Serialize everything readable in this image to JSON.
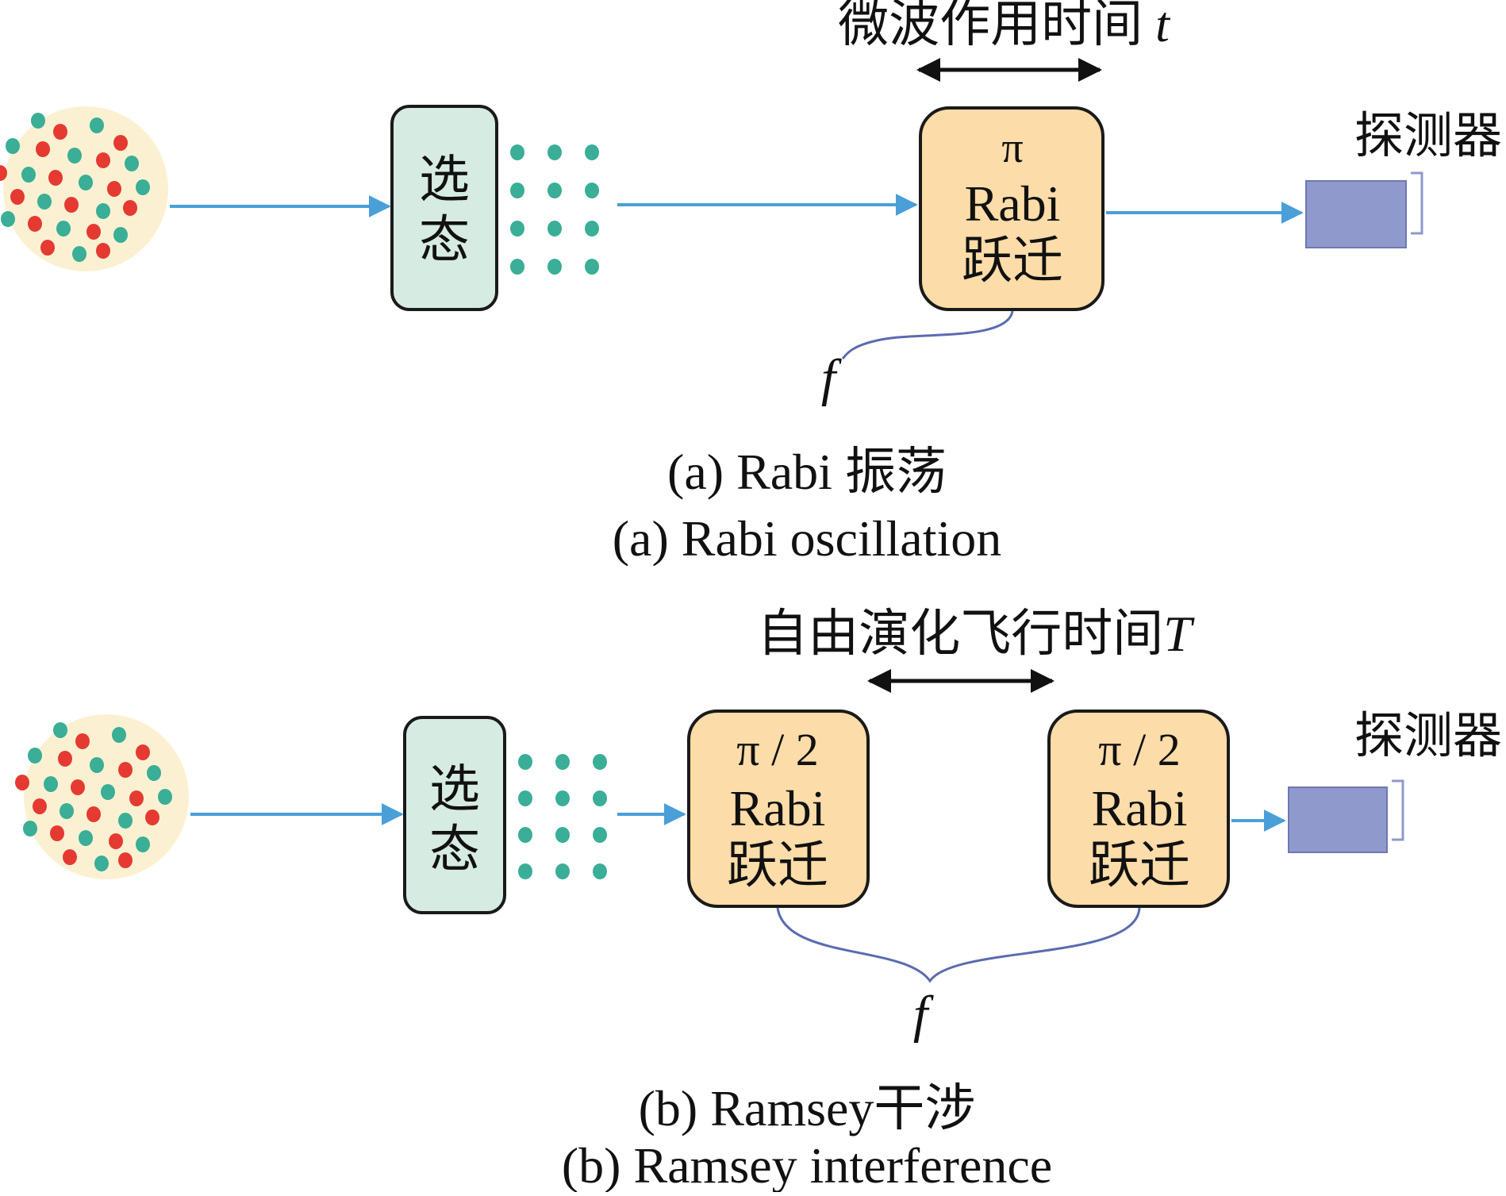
{
  "colors": {
    "arrow": "#4a9fd8",
    "select_box_fill": "#d6ebe2",
    "rabi_box_fill": "#fcdca8",
    "detector_fill": "#8f99cc",
    "cloud_fill": "#fbf1d2",
    "atom_red": "#e53a32",
    "atom_teal": "#3aae96",
    "coupling_line": "#5a6bb0"
  },
  "panel_a": {
    "interaction_label": "微波作用时间",
    "interaction_var": "t",
    "select_box": [
      "选",
      "态"
    ],
    "rabi_box": [
      "π",
      "Rabi",
      "跃迁"
    ],
    "detector_label": "探测器",
    "frequency": "f",
    "caption_cn": "(a) Rabi 振荡",
    "caption_en": "(a) Rabi oscillation"
  },
  "panel_b": {
    "flight_label": "自由演化飞行时间",
    "flight_var": "T",
    "select_box": [
      "选",
      "态"
    ],
    "rabi_box_1": [
      "π / 2",
      "Rabi",
      "跃迁"
    ],
    "rabi_box_2": [
      "π / 2",
      "Rabi",
      "跃迁"
    ],
    "detector_label": "探测器",
    "frequency": "f",
    "caption_cn": "(b) Ramsey干涉",
    "caption_en": "(b) Ramsey interference"
  }
}
